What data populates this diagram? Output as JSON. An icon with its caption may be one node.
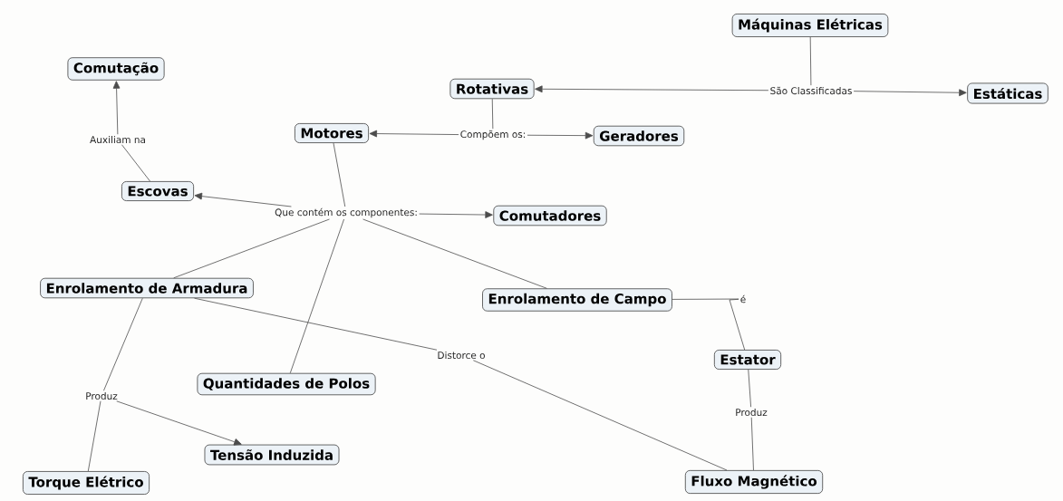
{
  "diagram": {
    "nodes": [
      {
        "text": [
          "Máquinas Elétricas"
        ]
      },
      {
        "text": [
          "Rotativas"
        ]
      },
      {
        "text": [
          "Estáticas"
        ]
      },
      {
        "text": [
          "Motores"
        ]
      },
      {
        "text": [
          "Geradores"
        ]
      },
      {
        "text": [
          "Comutação"
        ]
      },
      {
        "text": [
          "Escovas"
        ]
      },
      {
        "text": [
          "Comutadores"
        ]
      },
      {
        "text": [
          "Enrolamento de Armadura"
        ]
      },
      {
        "text": [
          "Enrolamento de Campo"
        ]
      },
      {
        "text": [
          "Estator"
        ]
      },
      {
        "text": [
          "Quantidades de Polos"
        ]
      },
      {
        "text": [
          "Tensão Induzida"
        ]
      },
      {
        "text": [
          "Torque Elétrico"
        ]
      },
      {
        "text": [
          "Fluxo Magnético"
        ]
      },
      {
        "text": [
          "São Classificadas"
        ]
      },
      {
        "text": [
          "Compõem os:"
        ]
      },
      {
        "text": [
          "Que contém os componentes:"
        ]
      },
      {
        "text": [
          "Auxiliam na"
        ]
      },
      {
        "text": [
          "Produz"
        ]
      },
      {
        "text": [
          "Distorce o"
        ]
      },
      {
        "text": [
          "é"
        ]
      },
      {
        "text": [
          "Produz"
        ]
      }
    ],
    "edges": [
      {
        "from": 0,
        "to": 15,
        "arrow": "none"
      },
      {
        "from": 15,
        "to": 1,
        "arrow": "to"
      },
      {
        "from": 15,
        "to": 2,
        "arrow": "to"
      },
      {
        "from": 1,
        "to": 16,
        "arrow": "none"
      },
      {
        "from": 16,
        "to": 3,
        "arrow": "to"
      },
      {
        "from": 16,
        "to": 4,
        "arrow": "to"
      },
      {
        "from": 3,
        "to": 17,
        "arrow": "none"
      },
      {
        "from": 17,
        "to": 6,
        "arrow": "to"
      },
      {
        "from": 17,
        "to": 7,
        "arrow": "to"
      },
      {
        "from": 17,
        "to": 8,
        "arrow": "none"
      },
      {
        "from": 17,
        "to": 11,
        "arrow": "none"
      },
      {
        "from": 17,
        "to": 9,
        "arrow": "none"
      },
      {
        "from": 6,
        "to": 18,
        "arrow": "none"
      },
      {
        "from": 18,
        "to": 5,
        "arrow": "to"
      },
      {
        "from": 8,
        "to": 19,
        "arrow": "none"
      },
      {
        "from": 19,
        "to": 12,
        "arrow": "to"
      },
      {
        "from": 19,
        "to": 13,
        "arrow": "none"
      },
      {
        "from": 8,
        "to": 20,
        "arrow": "none"
      },
      {
        "from": 20,
        "to": 14,
        "arrow": "none"
      },
      {
        "from": 9,
        "to": 21,
        "arrow": "none"
      },
      {
        "from": 21,
        "to": 10,
        "arrow": "none"
      },
      {
        "from": 10,
        "to": 22,
        "arrow": "none"
      },
      {
        "from": 22,
        "to": 14,
        "arrow": "none"
      }
    ]
  }
}
